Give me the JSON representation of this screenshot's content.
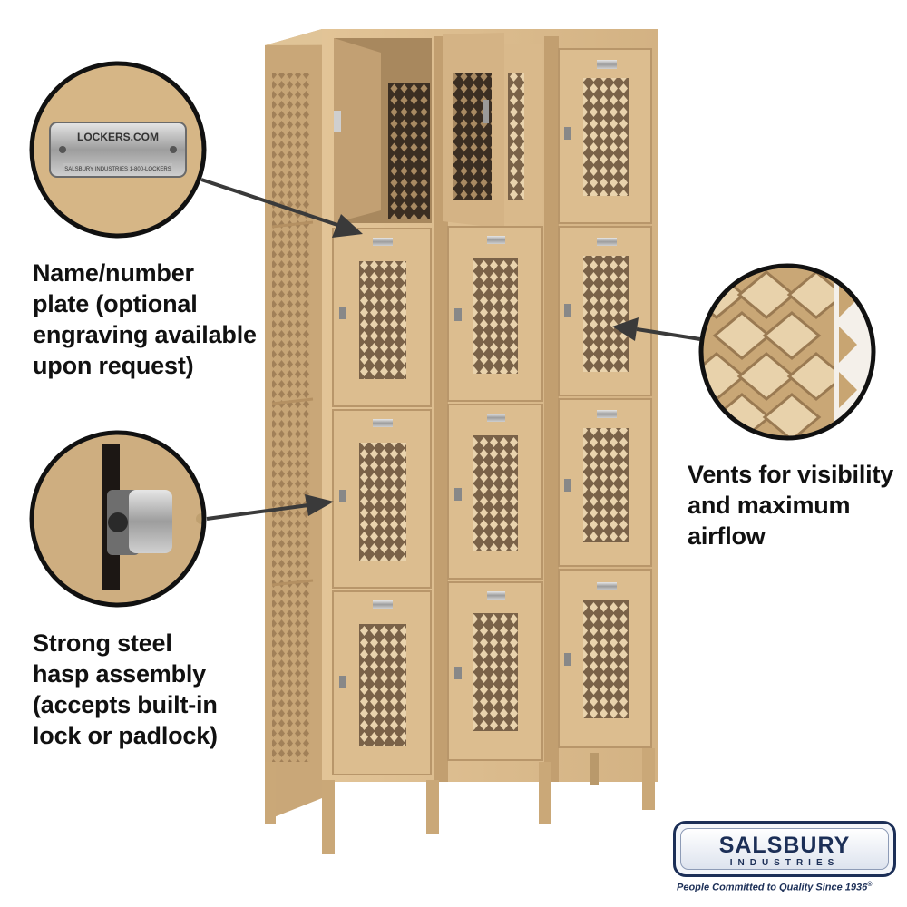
{
  "callouts": {
    "name_plate": {
      "lines": [
        "Name/number",
        "plate (optional",
        "engraving available",
        "upon request)"
      ]
    },
    "hasp": {
      "lines": [
        "Strong steel",
        "hasp assembly",
        "(accepts built-in",
        "lock or padlock)"
      ]
    },
    "vents": {
      "lines": [
        "Vents for visibility",
        "and maximum",
        "airflow"
      ]
    }
  },
  "name_plate_detail": {
    "line1": "LOCKERS.COM",
    "line2": "SALSBURY INDUSTRIES   1-800-LOCKERS"
  },
  "brand": {
    "name": "SALSBURY",
    "sub": "INDUSTRIES",
    "tagline": "People Committed to Quality Since 1936",
    "trademark": "®"
  },
  "colors": {
    "locker_tan": "#d8b888",
    "locker_shadow": "#b89868",
    "brand_navy": "#1c2f57",
    "arrow": "#3a3a3a"
  },
  "icons": [
    "name-plate-zoom",
    "hasp-zoom",
    "vent-zoom",
    "arrow"
  ]
}
